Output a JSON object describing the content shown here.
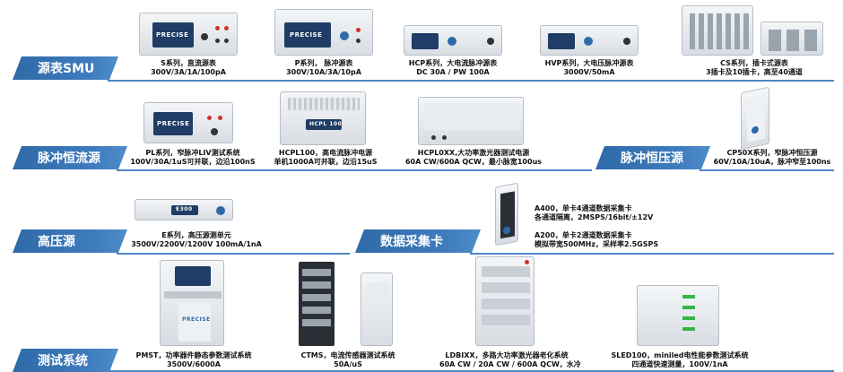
{
  "sections": {
    "smu": "源表SMU",
    "pulse_current": "脉冲恒流源",
    "pulse_voltage": "脉冲恒压源",
    "high_voltage": "高压源",
    "daq": "数据采集卡",
    "test_system": "测试系统"
  },
  "brand": "PRECISE",
  "products": {
    "s_series": {
      "line1": "S系列，直流源表",
      "line2": "300V/3A/1A/100pA"
    },
    "p_series": {
      "line1": "P系列， 脉冲源表",
      "line2": "300V/10A/3A/10pA"
    },
    "hcp_series": {
      "line1": "HCP系列，大电流脉冲源表",
      "line2": "DC 30A / PW 100A"
    },
    "hvp_series": {
      "line1": "HVP系列，大电压脉冲源表",
      "line2": "3000V/50mA"
    },
    "cs_series": {
      "line1": "CS系列，插卡式源表",
      "line2": "3插卡及10插卡，高至40通道"
    },
    "pl_series": {
      "line1": "PL系列，窄脉冲LIV测试系统",
      "line2": "100V/30A/1uS可并联，边沿100nS"
    },
    "hcpl100": {
      "line1": "HCPL100，高电流脉冲电源",
      "line2": "单机1000A可并联，边沿15uS",
      "panel_label": "HCPL 100"
    },
    "hcpl0xx": {
      "line1": "HCPL0XX,大功率激光器测试电源",
      "line2": "60A CW/600A QCW，最小脉宽100us"
    },
    "cp50x": {
      "line1": "CP50X系列，窄脉冲恒压源",
      "line2": "60V/10A/10uA，脉冲窄至100ns"
    },
    "e_series": {
      "line1": "E系列，高压源测单元",
      "line2": "3500V/2200V/1200V 100mA/1nA",
      "panel_label": "E300"
    },
    "a400": {
      "line1": "A400，单卡4通道数据采集卡",
      "line2": "各通道隔离，2MSPS/16bit/±12V"
    },
    "a200": {
      "line1": "A200，单卡2通道数据采集卡",
      "line2": "模拟带宽500MHz，采样率2.5GSPS"
    },
    "pmst": {
      "line1": "PMST，功率器件静态参数测试系统",
      "line2": "3500V/6000A"
    },
    "ctms": {
      "line1": "CTMS，电流传感器测试系统",
      "line2": "50A/uS"
    },
    "ldbixx": {
      "line1": "LDBIXX，多路大功率激光器老化系统",
      "line2": "60A CW / 20A CW / 600A QCW，水冷"
    },
    "sled100": {
      "line1": "SLED100，miniled电性能参数测试系统",
      "line2": "四通道快速测量，100V/1nA"
    }
  },
  "colors": {
    "banner": "#3e7bbd",
    "accent_red": "#d2322d",
    "accent_green": "#35b54a"
  }
}
